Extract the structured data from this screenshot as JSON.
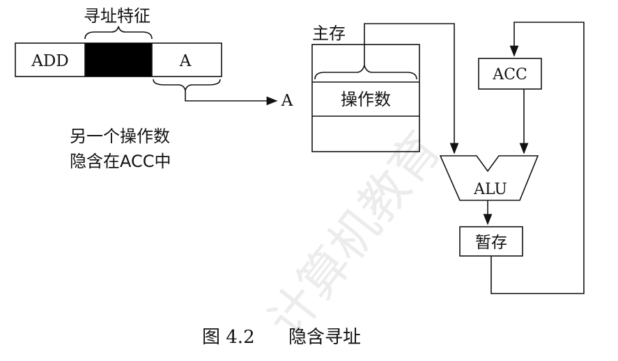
{
  "instruction": {
    "feature_label": "寻址特征",
    "fields": [
      "ADD",
      "",
      "A"
    ],
    "target_label": "A",
    "note_lines": [
      "另一个操作数",
      "隐含在ACC中"
    ]
  },
  "memory": {
    "title": "主存",
    "operand_label": "操作数"
  },
  "cpu": {
    "acc_label": "ACC",
    "alu_label": "ALU",
    "temp_label": "暂存"
  },
  "caption": {
    "number": "图 4.2",
    "text": "隐含寻址"
  },
  "watermark": "计算机教育",
  "colors": {
    "stroke": "#111111",
    "fill_black": "#000000"
  }
}
